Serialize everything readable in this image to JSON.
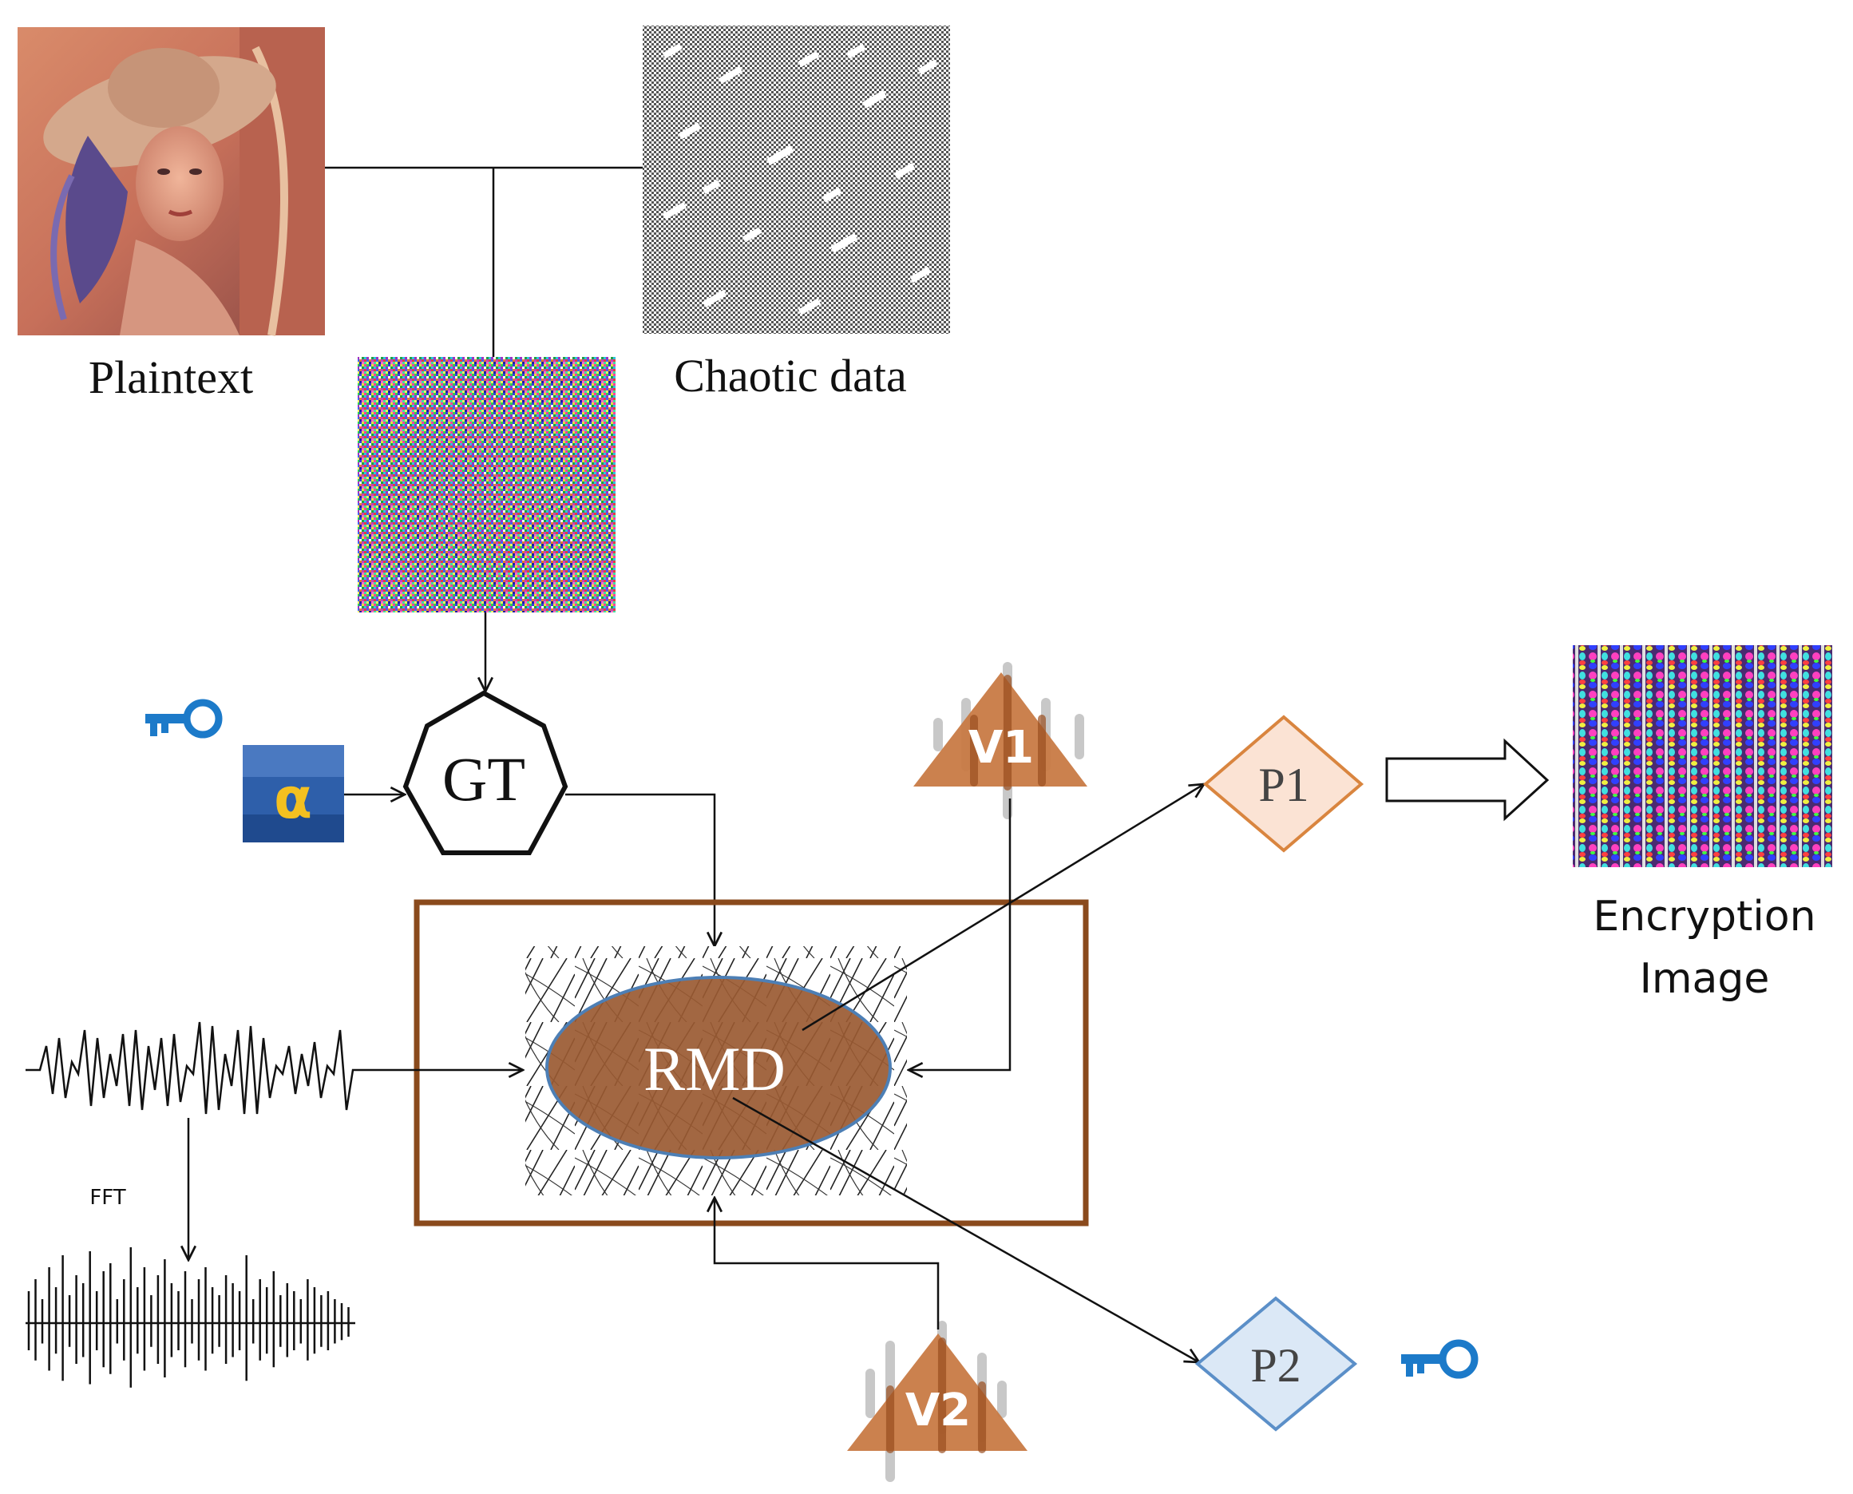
{
  "labels": {
    "plaintext": "Plaintext",
    "chaotic_data": "Chaotic data",
    "gt": "GT",
    "alpha": "α",
    "rmd": "RMD",
    "v1": "V1",
    "v2": "V2",
    "p1": "P1",
    "p2": "P2",
    "fft": "FFT",
    "encryption_line1": "Encryption",
    "encryption_line2": "Image"
  },
  "colors": {
    "line": "#111111",
    "rmd_box_border": "#8a4a1c",
    "rmd_ellipse_fill": "#9a5a32",
    "rmd_ellipse_stroke": "#4d7fb5",
    "triangle_fill": "#c87a45",
    "p1_fill": "#fbe3d4",
    "p1_stroke": "#d9853f",
    "p2_fill": "#dbe8f6",
    "p2_stroke": "#5b8fc8",
    "key_blue": "#1c7ac9",
    "alpha_bg": "#2e5faa",
    "alpha_text": "#f4c020"
  },
  "icons": {
    "key_top": "key-icon",
    "key_bottom": "key-icon"
  }
}
